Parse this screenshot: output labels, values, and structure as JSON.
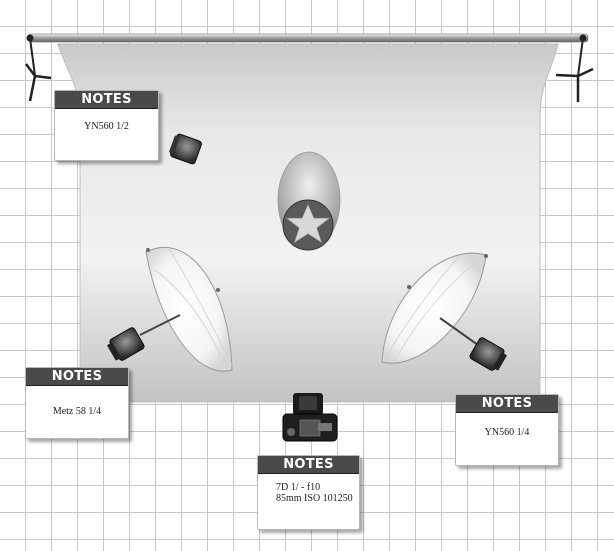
{
  "notes": [
    {
      "id": "top-left-flash",
      "header": "NOTES",
      "lines": [
        "YN560 1/2"
      ]
    },
    {
      "id": "left-umbrella-flash",
      "header": "NOTES",
      "lines": [
        "Metz 58 1/4"
      ]
    },
    {
      "id": "camera",
      "header": "NOTES",
      "lines": [
        "7D 1/ - f10",
        "85mm ISO 101250"
      ]
    },
    {
      "id": "right-umbrella-flash",
      "header": "NOTES",
      "lines": [
        "YN560 1/4"
      ]
    }
  ],
  "colors": {
    "note_header": "#4a4a4a",
    "grid": "#c9c9c9",
    "backdrop": "#dadada"
  },
  "icons": [
    "backdrop-stand-icon",
    "flash-head-icon",
    "umbrella-icon",
    "subject-star-icon",
    "camera-icon"
  ]
}
